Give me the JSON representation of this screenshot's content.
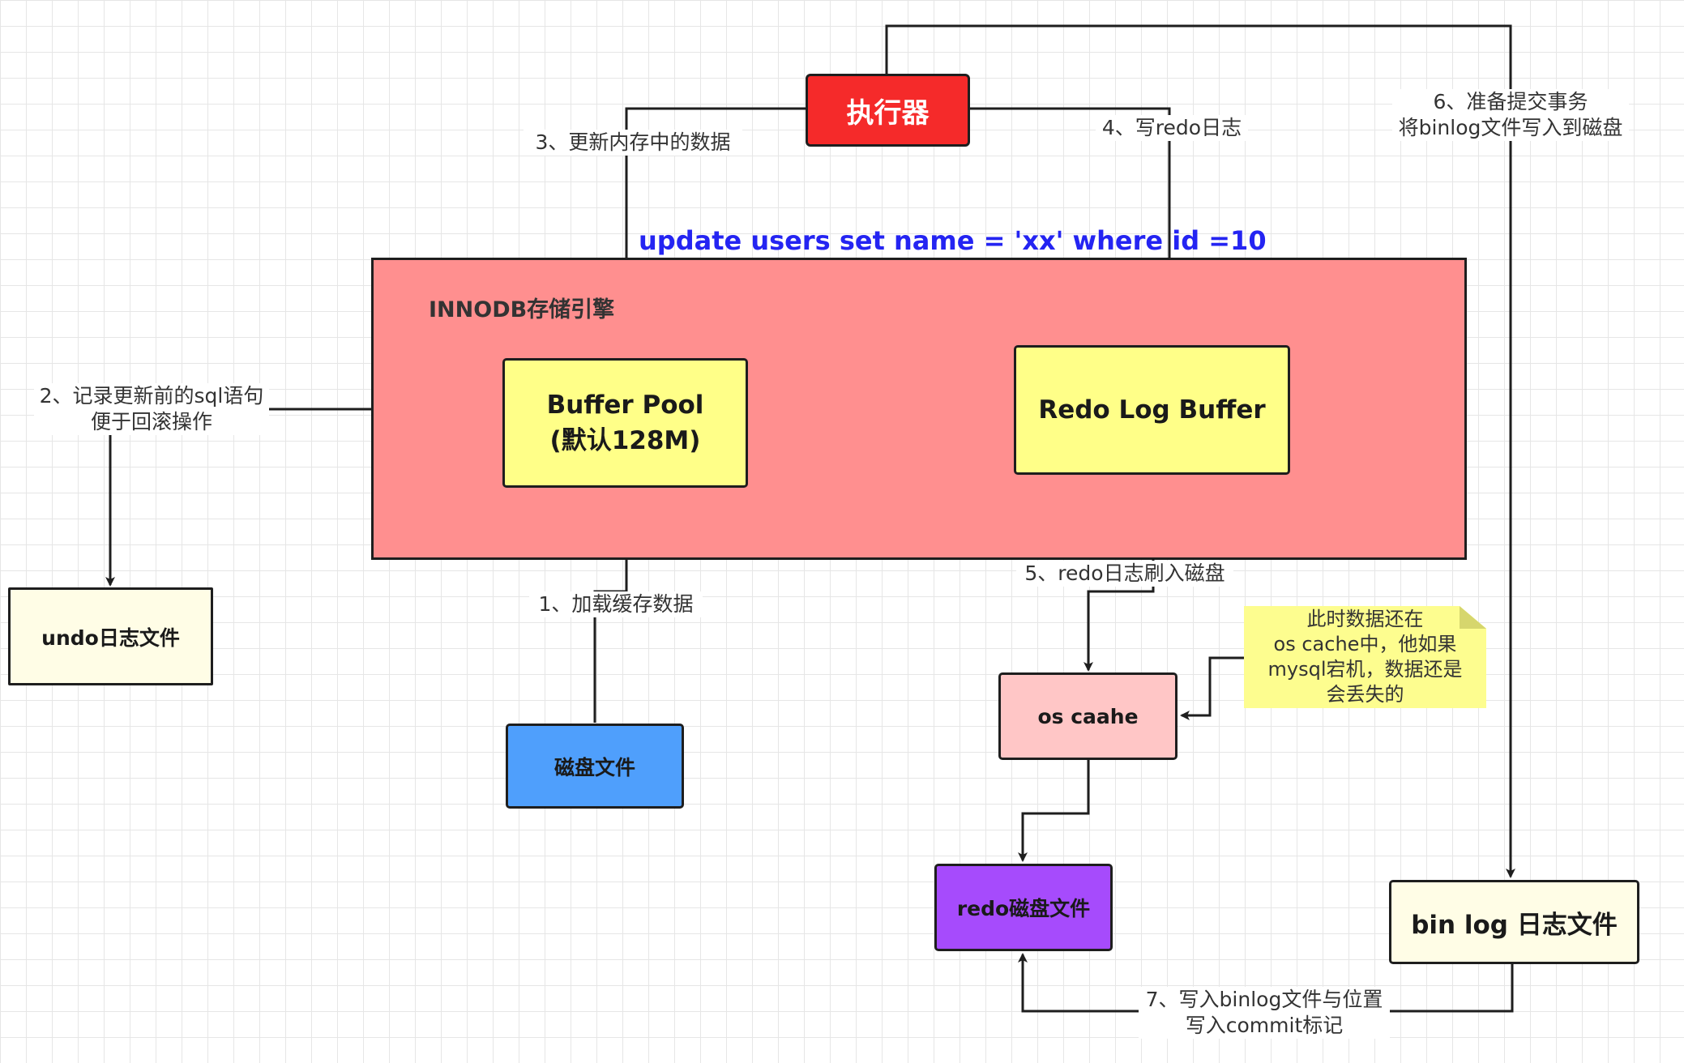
{
  "executor": {
    "label": "执行器"
  },
  "sql": "update users set name = 'xx' where id =10",
  "innodb": {
    "label": "INNODB存储引擎"
  },
  "buffer_pool": {
    "label": "Buffer Pool\n(默认128M)"
  },
  "redo_log_buffer": {
    "label": "Redo Log Buffer"
  },
  "undo_file": {
    "label": "undo日志文件"
  },
  "disk_file": {
    "label": "磁盘文件"
  },
  "os_cache": {
    "label": "os caahe"
  },
  "redo_disk_file": {
    "label": "redo磁盘文件"
  },
  "binlog_file": {
    "label": "bin log 日志文件"
  },
  "note": {
    "text": "此时数据还在\nos cache中，他如果\nmysql宕机，数据还是\n会丢失的"
  },
  "steps": {
    "s1": "1、加载缓存数据",
    "s2": "2、记录更新前的sql语句\n便于回滚操作",
    "s3": "3、更新内存中的数据",
    "s4": "4、写redo日志",
    "s5": "5、redo日志刷入磁盘",
    "s6": "6、准备提交事务\n将binlog文件写入到磁盘",
    "s7": "7、写入binlog文件与位置\n写入commit标记"
  },
  "colors": {
    "executor": "#f52a2a",
    "innodb": "#ff8f8f",
    "buffer": "#ffff88",
    "undo": "#fffde6",
    "disk": "#4f9ffc",
    "os_cache": "#ffc6c6",
    "redo_disk": "#a64bfc",
    "binlog": "#fffde6",
    "note": "#fdfd8f",
    "sql": "#2424f2"
  }
}
